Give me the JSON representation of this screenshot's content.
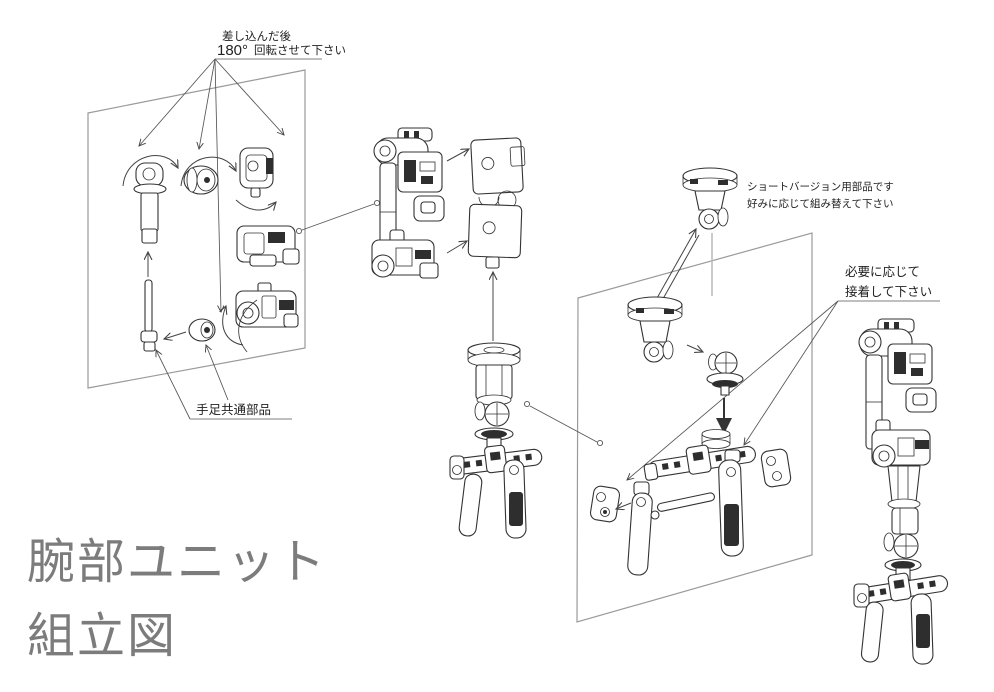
{
  "page": {
    "background": "#ffffff"
  },
  "colors": {
    "line": "#333333",
    "panel_line": "#9a9a9a",
    "leader": "#555555",
    "dark_fill": "#2e2e2e",
    "title": "#7c7c7c"
  },
  "annotations": {
    "insert_rotate": {
      "line1": "差し込んだ後",
      "angle": "180°",
      "line2": "回転させて下さい"
    },
    "common_parts": {
      "label": "手足共通部品"
    },
    "short_version": {
      "line1": "ショートバージョン用部品です",
      "line2": "好みに応じて組み替えて下さい"
    },
    "glue": {
      "line1": "必要に応じて",
      "line2": "接着して下さい"
    }
  },
  "title": {
    "line1": "腕部ユニット",
    "line2": "組立図"
  }
}
